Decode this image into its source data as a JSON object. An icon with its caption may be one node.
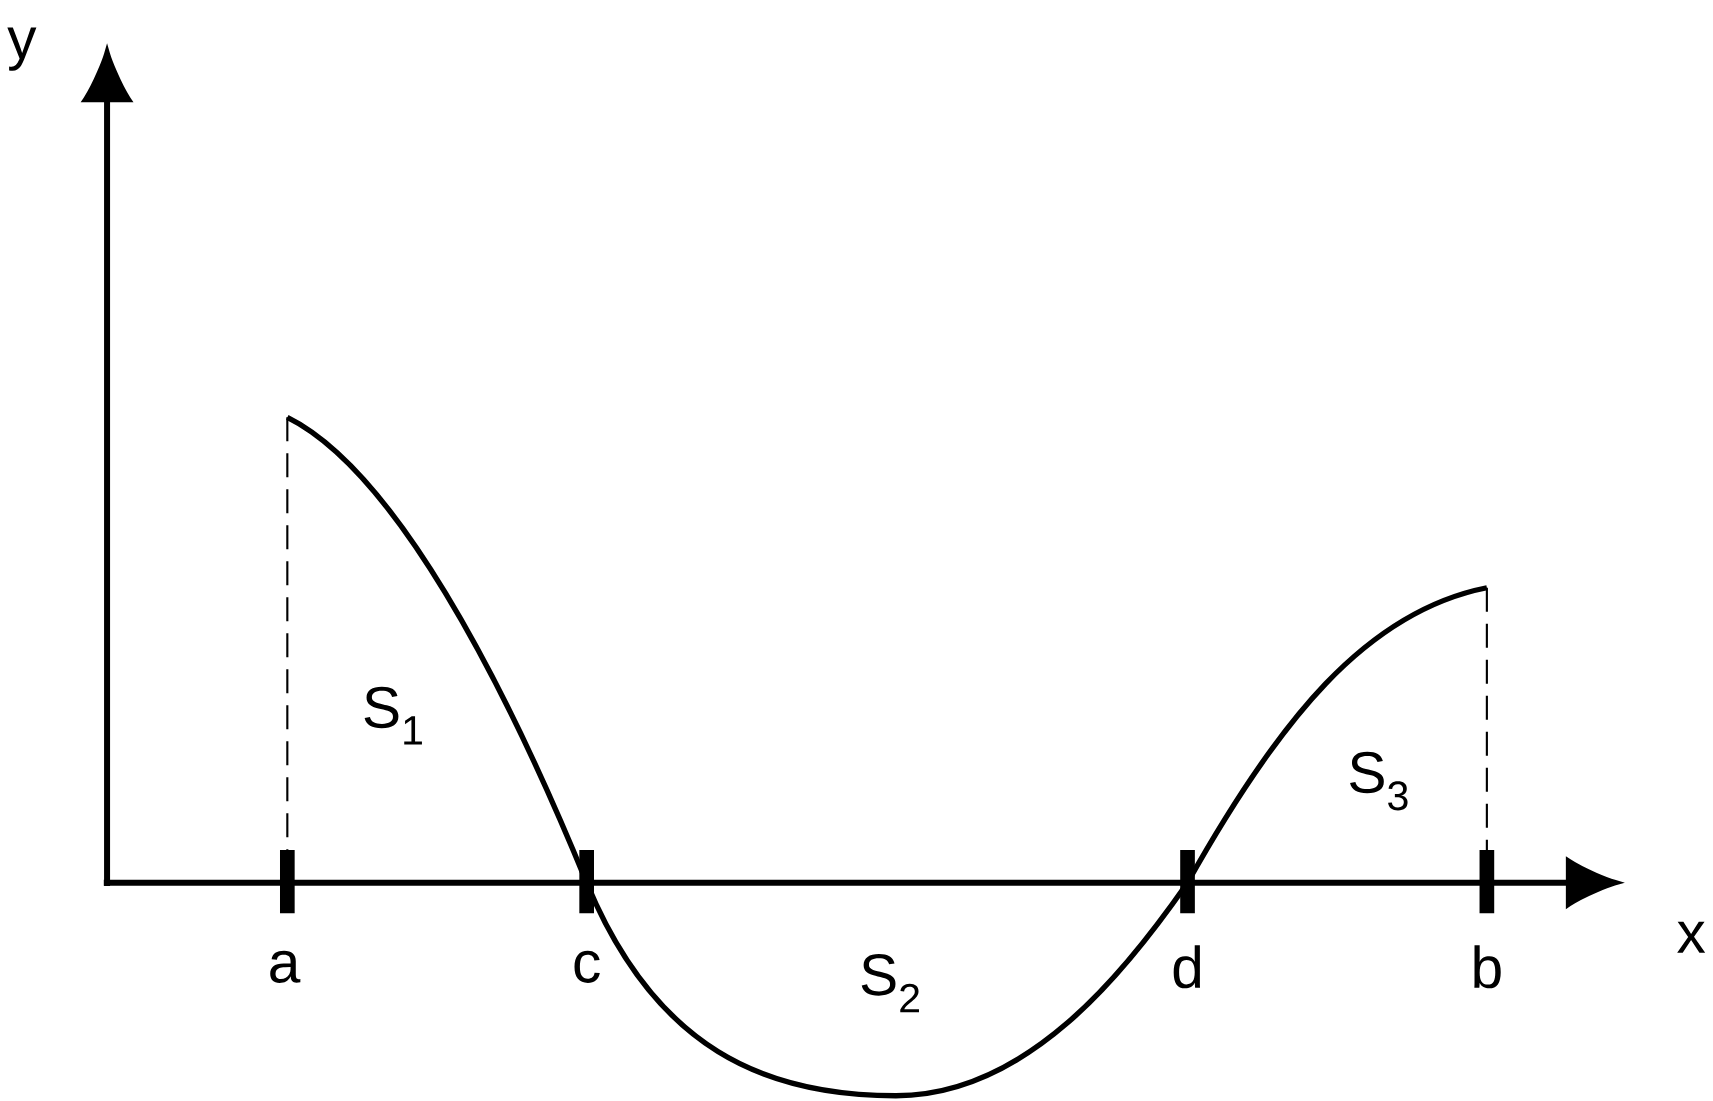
{
  "diagram": {
    "labels": [
      "y",
      "x",
      "a",
      "c",
      "d",
      "b",
      "S$_{1}$",
      "S$_{2}$",
      "S$_{3}$"
    ]
  }
}
